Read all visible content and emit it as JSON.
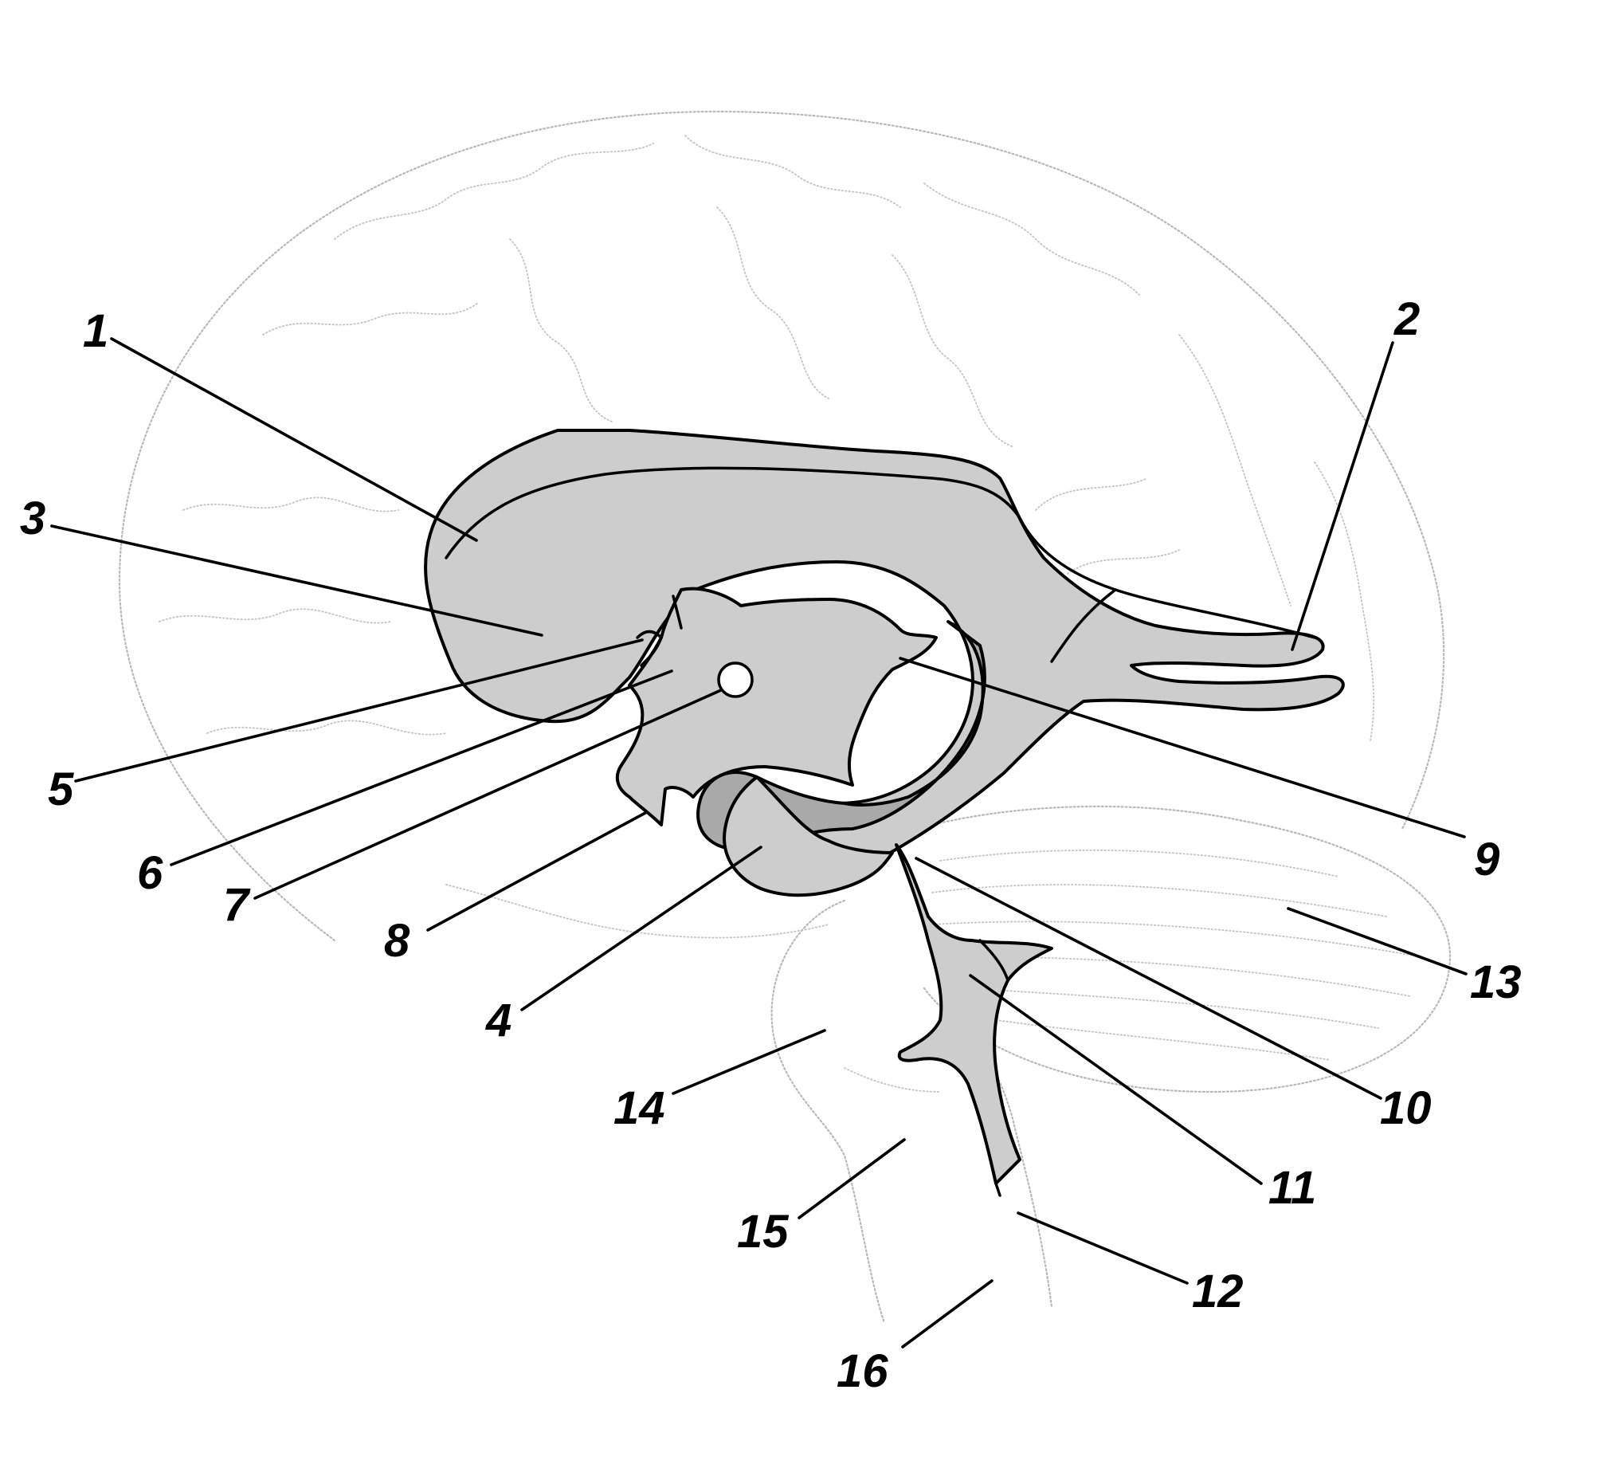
{
  "labels": [
    "1",
    "2",
    "3",
    "4",
    "5",
    "6",
    "7",
    "8",
    "9",
    "10",
    "11",
    "12",
    "13",
    "14",
    "15",
    "16"
  ],
  "colors": {
    "ventricle_fill": "#cdcdcd",
    "ventricle_dark_fill": "#a9a9a9",
    "outline_stroke": "#b9b9b9",
    "ink": "#000000",
    "background": "#ffffff"
  }
}
